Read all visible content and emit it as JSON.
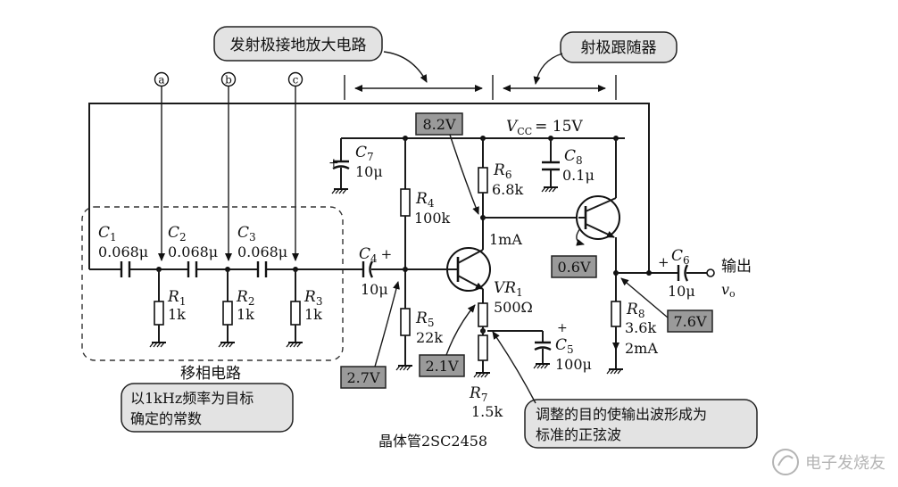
{
  "callouts": {
    "amp_stage": "发射极接地放大电路",
    "follower": "射极跟随器",
    "note_freq_line1": "以1kHz频率为目标",
    "note_freq_line2": "确定的常数",
    "note_adjust_line1": "调整的目的使输出波形成为",
    "note_adjust_line2": "标准的正弦波"
  },
  "captions": {
    "phase_shift": "移相电路",
    "transistor": "晶体管2SC2458",
    "watermark": "电子发烧友"
  },
  "nodes": {
    "a": "a",
    "b": "b",
    "c": "c"
  },
  "supply": {
    "vcc_name": "V",
    "vcc_sub": "CC",
    "vcc_value": "= 15V"
  },
  "voltages": {
    "v_collector": "8.2V",
    "v_base": "2.7V",
    "v_emitter": "2.1V",
    "v_be_follower": "0.6V",
    "v_output": "7.6V"
  },
  "currents": {
    "i1": "1mA",
    "i2": "2mA"
  },
  "components": {
    "C1": {
      "name": "C",
      "sub": "1",
      "value": "0.068μ"
    },
    "C2": {
      "name": "C",
      "sub": "2",
      "value": "0.068μ"
    },
    "C3": {
      "name": "C",
      "sub": "3",
      "value": "0.068μ"
    },
    "C4": {
      "name": "C",
      "sub": "4",
      "plus": "+",
      "value": "10μ"
    },
    "C5": {
      "name": "C",
      "sub": "5",
      "plus": "+",
      "value": "100μ"
    },
    "C6": {
      "name": "C",
      "sub": "6",
      "plus": "+",
      "value": "10μ"
    },
    "C7": {
      "name": "C",
      "sub": "7",
      "plus": "+",
      "value": "10μ"
    },
    "C8": {
      "name": "C",
      "sub": "8",
      "value": "0.1μ"
    },
    "R1": {
      "name": "R",
      "sub": "1",
      "value": "1k"
    },
    "R2": {
      "name": "R",
      "sub": "2",
      "value": "1k"
    },
    "R3": {
      "name": "R",
      "sub": "3",
      "value": "1k"
    },
    "R4": {
      "name": "R",
      "sub": "4",
      "value": "100k"
    },
    "R5": {
      "name": "R",
      "sub": "5",
      "value": "22k"
    },
    "R6": {
      "name": "R",
      "sub": "6",
      "value": "6.8k"
    },
    "R7": {
      "name": "R",
      "sub": "7",
      "value": "1.5k"
    },
    "R8": {
      "name": "R",
      "sub": "8",
      "value": "3.6k"
    },
    "VR1": {
      "name": "VR",
      "sub": "1",
      "value": "500Ω"
    }
  },
  "output": {
    "label": "输出",
    "symbol": "v",
    "symbol_sub": "o"
  }
}
